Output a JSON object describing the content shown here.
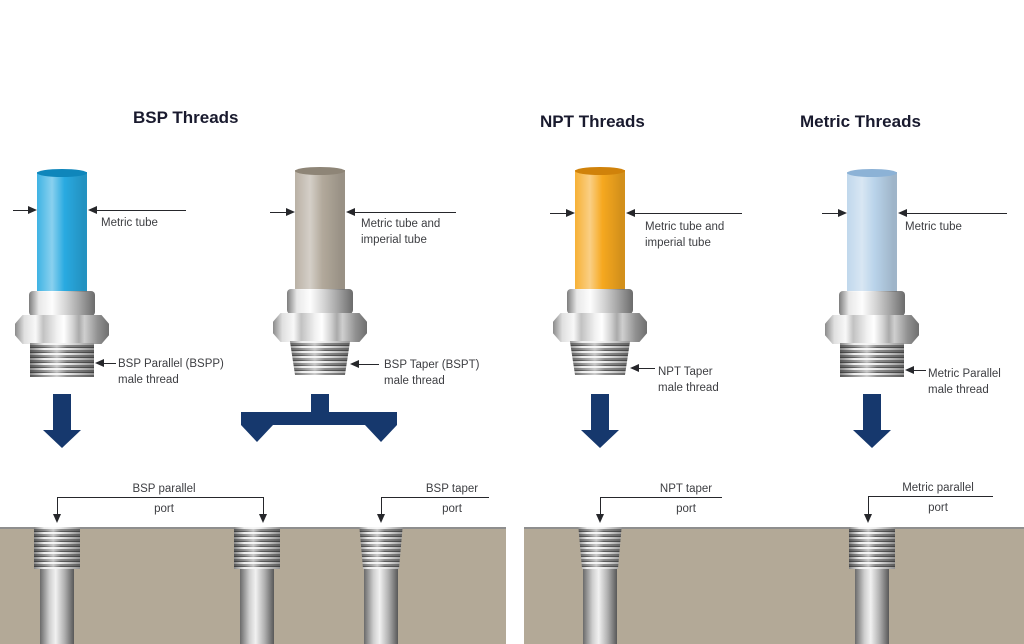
{
  "sections": [
    {
      "title": "BSP Threads"
    },
    {
      "title": "NPT Threads"
    },
    {
      "title": "Metric Threads"
    }
  ],
  "fittings": [
    {
      "tube_line1": "Metric tube",
      "tube_line2": "",
      "thread_line1": "BSP Parallel (BSPP)",
      "thread_line2": "male thread",
      "tube_color": "#29aae1",
      "tube_rim": "#0f86bb"
    },
    {
      "tube_line1": "Metric tube and",
      "tube_line2": "imperial tube",
      "thread_line1": "BSP Taper (BSPT)",
      "thread_line2": "male thread",
      "tube_color": "#b2a99b",
      "tube_rim": "#8e8577"
    },
    {
      "tube_line1": "Metric tube and",
      "tube_line2": "imperial tube",
      "thread_line1": "NPT Taper",
      "thread_line2": "male thread",
      "tube_color": "#f6a81f",
      "tube_rim": "#d0820a"
    },
    {
      "tube_line1": "Metric tube",
      "tube_line2": "",
      "thread_line1": "Metric Parallel",
      "thread_line2": "male thread",
      "tube_color": "#b9d3ea",
      "tube_rim": "#8cb2d6"
    }
  ],
  "port_labels": [
    {
      "line1": "BSP parallel",
      "line2": "port"
    },
    {
      "line1": "BSP taper",
      "line2": "port"
    },
    {
      "line1": "NPT taper",
      "line2": "port"
    },
    {
      "line1": "Metric parallel",
      "line2": "port"
    }
  ],
  "colors": {
    "arrow": "#16386d",
    "ground": "#b3a997"
  }
}
